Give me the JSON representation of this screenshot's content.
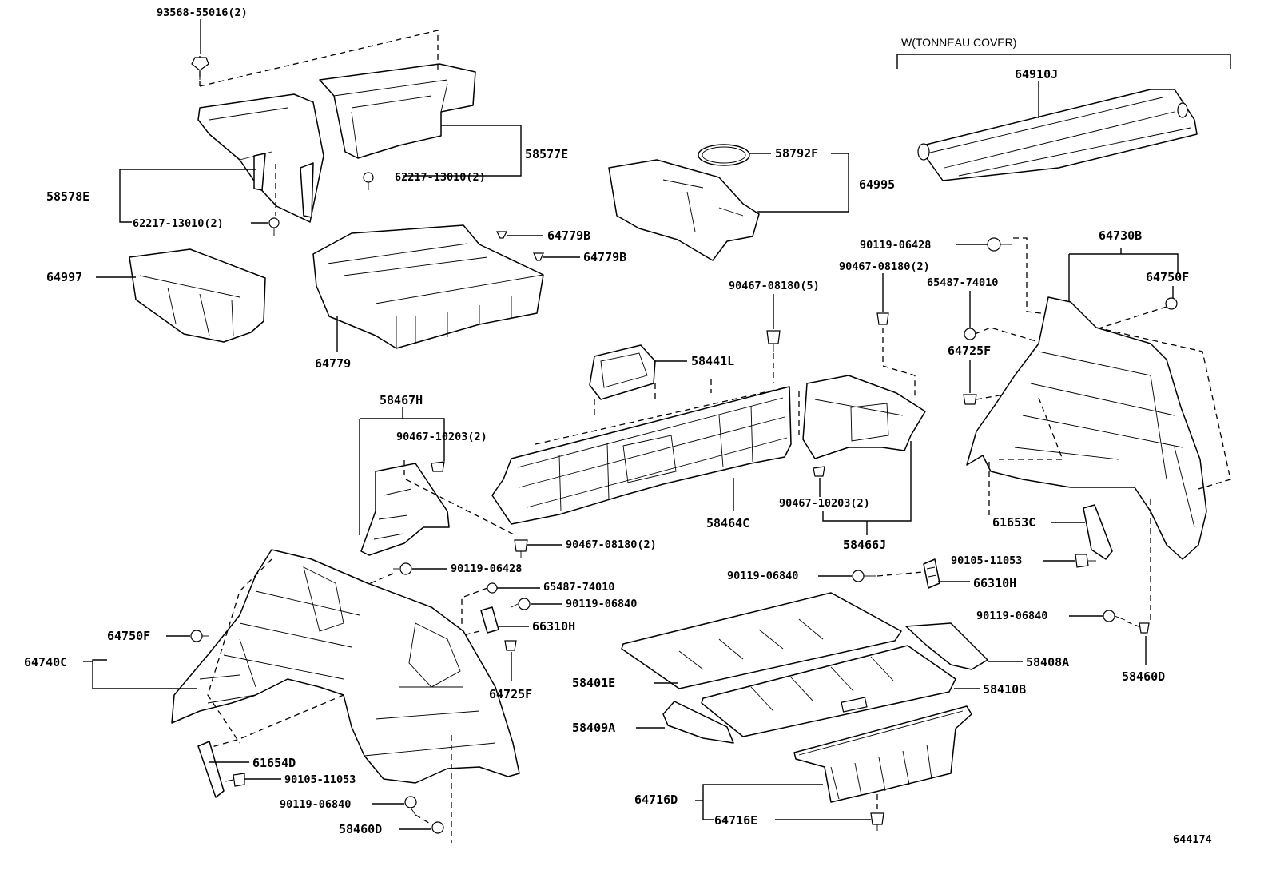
{
  "header": {
    "tonneau_label": "W(TONNEAU COVER)"
  },
  "figure_id": "644174",
  "labels": {
    "l93568": "93568-55016(2)",
    "l58577E": "58577E",
    "l62217a": "62217-13010(2)",
    "l58578E": "58578E",
    "l62217b": "62217-13010(2)",
    "l64997": "64997",
    "l64779": "64779",
    "l64779Ba": "64779B",
    "l64779Bb": "64779B",
    "l58792F": "58792F",
    "l64995": "64995",
    "l64910J": "64910J",
    "l90119a": "90119-06428",
    "l90467a": "90467-08180(2)",
    "l64730B": "64730B",
    "l65487a": "65487-74010",
    "l64750Fa": "64750F",
    "l90467b": "90467-08180(5)",
    "l64725Fa": "64725F",
    "l58441L": "58441L",
    "l58467H": "58467H",
    "l90467c": "90467-10203(2)",
    "l58464C": "58464C",
    "l90467d": "90467-10203(2)",
    "l58466J": "58466J",
    "l61653C": "61653C",
    "l90467e": "90467-08180(2)",
    "l90105a": "90105-11053",
    "l90119b": "90119-06428",
    "l90119c": "90119-06840",
    "l66310Ha": "66310H",
    "l65487b": "65487-74010",
    "l90119d": "90119-06840",
    "l66310Hb": "66310H",
    "l90119e": "90119-06840",
    "l64750Fb": "64750F",
    "l64740C": "64740C",
    "l58408A": "58408A",
    "l58460Da": "58460D",
    "l58401E": "58401E",
    "l58410B": "58410B",
    "l64725Fb": "64725F",
    "l58409A": "58409A",
    "l61654D": "61654D",
    "l90105b": "90105-11053",
    "l90119f": "90119-06840",
    "l64716D": "64716D",
    "l64716E": "64716E",
    "l58460Db": "58460D"
  }
}
